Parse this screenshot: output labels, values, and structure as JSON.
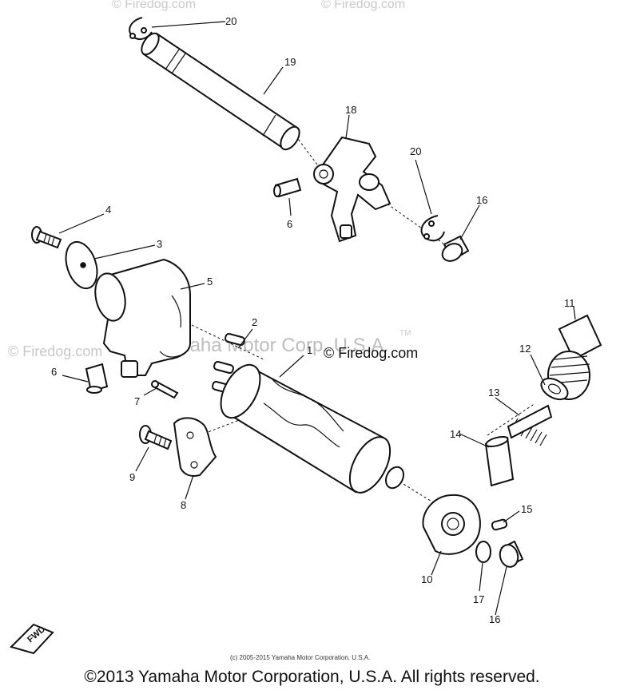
{
  "watermarks": {
    "firedog": "© Firedog.com",
    "manufacturer": "Yamaha Motor Corp. U.S.A.",
    "trademark": "TM",
    "center": "© Firedog.com"
  },
  "callouts": {
    "c1": "1",
    "c2": "2",
    "c3": "3",
    "c4": "4",
    "c5": "5",
    "c6a": "6",
    "c6b": "6",
    "c7": "7",
    "c8": "8",
    "c9": "9",
    "c10": "10",
    "c11": "11",
    "c12": "12",
    "c13": "13",
    "c14": "14",
    "c15": "15",
    "c16a": "16",
    "c16b": "16",
    "c17": "17",
    "c18": "18",
    "c19": "19",
    "c20a": "20",
    "c20b": "20"
  },
  "fwd_label": "FWD",
  "footer": {
    "small_copyright": "(c) 2005-2015 Yamaha Motor Corporation, U.S.A.",
    "copyright": "©2013 Yamaha Motor Corporation, U.S.A. All rights reserved."
  }
}
